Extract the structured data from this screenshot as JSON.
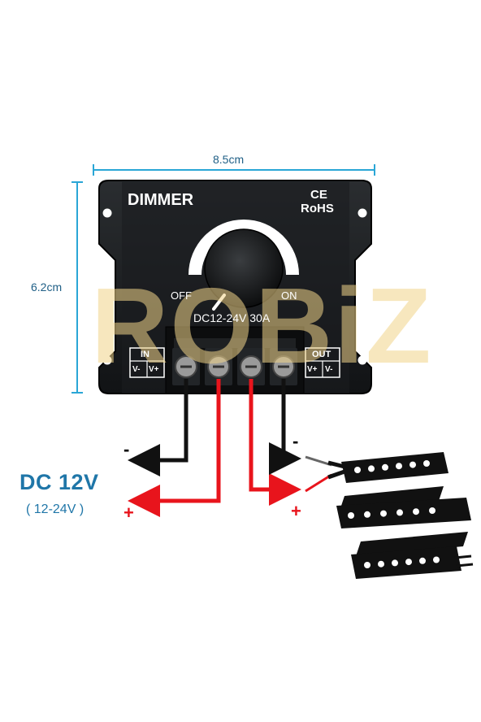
{
  "dimensions": {
    "width": "8.5cm",
    "height": "6.2cm"
  },
  "watermark": "ROBiZ",
  "device": {
    "title": "DIMMER",
    "ce_mark": "CE",
    "rohs": "RoHS",
    "off_label": "OFF",
    "on_label": "ON",
    "spec": "DC12-24V  30A",
    "input_box": {
      "title": "IN",
      "neg": "V-",
      "pos": "V+"
    },
    "output_box": {
      "title": "OUT",
      "pos": "V+",
      "neg": "V-"
    }
  },
  "power_source": {
    "label": "DC 12V",
    "range": "( 12-24V )"
  },
  "polarity": {
    "minus": "-",
    "plus": "+"
  },
  "colors": {
    "device_body": "#17191b",
    "terminal_block": "#0c0d0e",
    "knob_arc": "#ffffff",
    "wire_negative": "#111111",
    "wire_positive": "#e8141c",
    "dimension_line": "#2aa6d6",
    "dc_label": "#1f76a8",
    "watermark": "#f2d58a"
  }
}
